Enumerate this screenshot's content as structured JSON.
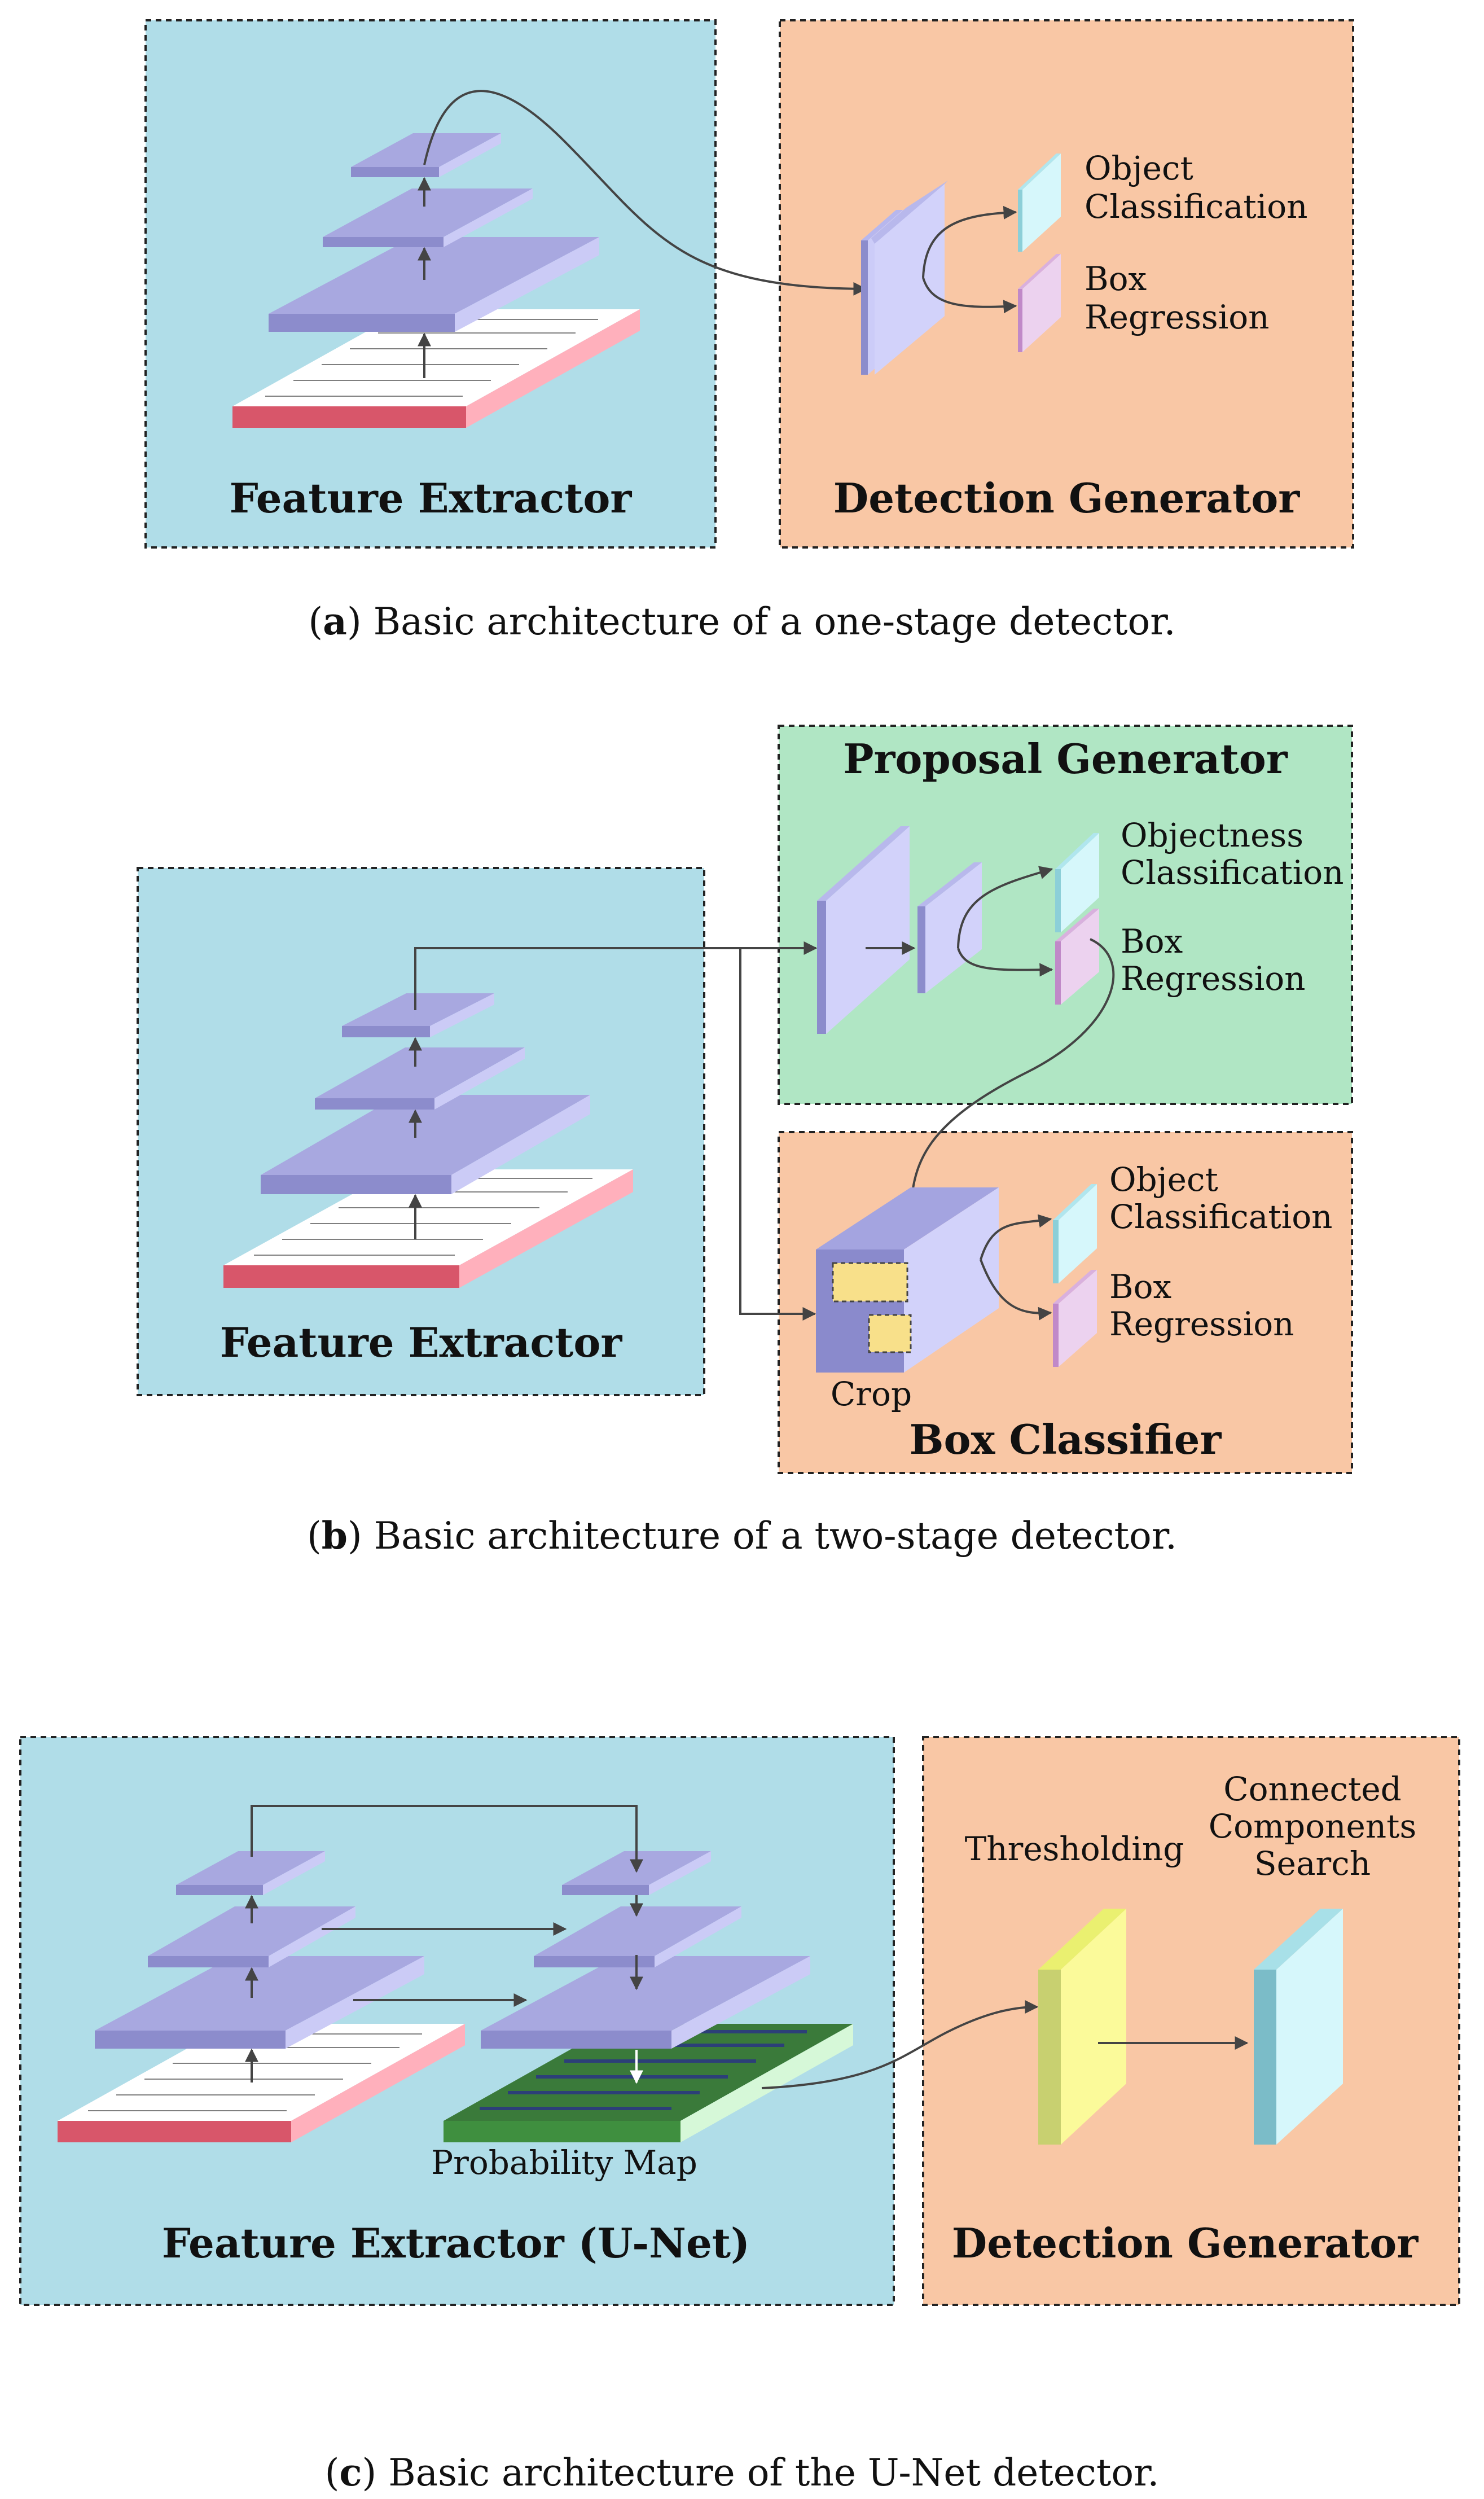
{
  "panel_a": {
    "feature_extractor_title": "Feature Extractor",
    "detection_generator_title": "Detection Generator",
    "output_object_classification": [
      "Object",
      "Classification"
    ],
    "output_box_regression": [
      "Box",
      "Regression"
    ],
    "caption_letter": "a",
    "caption_text": "Basic architecture of a one-stage detector."
  },
  "panel_b": {
    "feature_extractor_title": "Feature Extractor",
    "proposal_generator_title": "Proposal Generator",
    "box_classifier_title": "Box Classifier",
    "output_objectness_classification": [
      "Objectness",
      "Classification"
    ],
    "output_box_regression_proposal": [
      "Box",
      "Regression"
    ],
    "output_object_classification": [
      "Object",
      "Classification"
    ],
    "output_box_regression_classifier": [
      "Box",
      "Regression"
    ],
    "crop_label": "Crop",
    "caption_letter": "b",
    "caption_text": "Basic architecture of a two-stage detector."
  },
  "panel_c": {
    "feature_extractor_title": "Feature Extractor (U-Net)",
    "detection_generator_title": "Detection Generator",
    "probability_map_label": "Probability Map",
    "thresholding_label": "Thresholding",
    "connected_components_label": [
      "Connected",
      "Components",
      "Search"
    ],
    "caption_letter": "c",
    "caption_text": "Basic architecture of the U-Net detector."
  },
  "colors": {
    "feature_extractor_bg": "#b0dde8",
    "detection_generator_bg": "#f9c7a5",
    "proposal_generator_bg": "#b0e6c4",
    "layer": "#a8a8e0",
    "document_edge": "#d8566a",
    "classification_output": "#d6f7fb",
    "regression_output": "#ecd2ef",
    "crop_box": "#f8e08a",
    "thresholding_block": "#fbfa9a",
    "connected_components_block": "#d6f7fb",
    "probability_map": "#3a7a3a"
  }
}
